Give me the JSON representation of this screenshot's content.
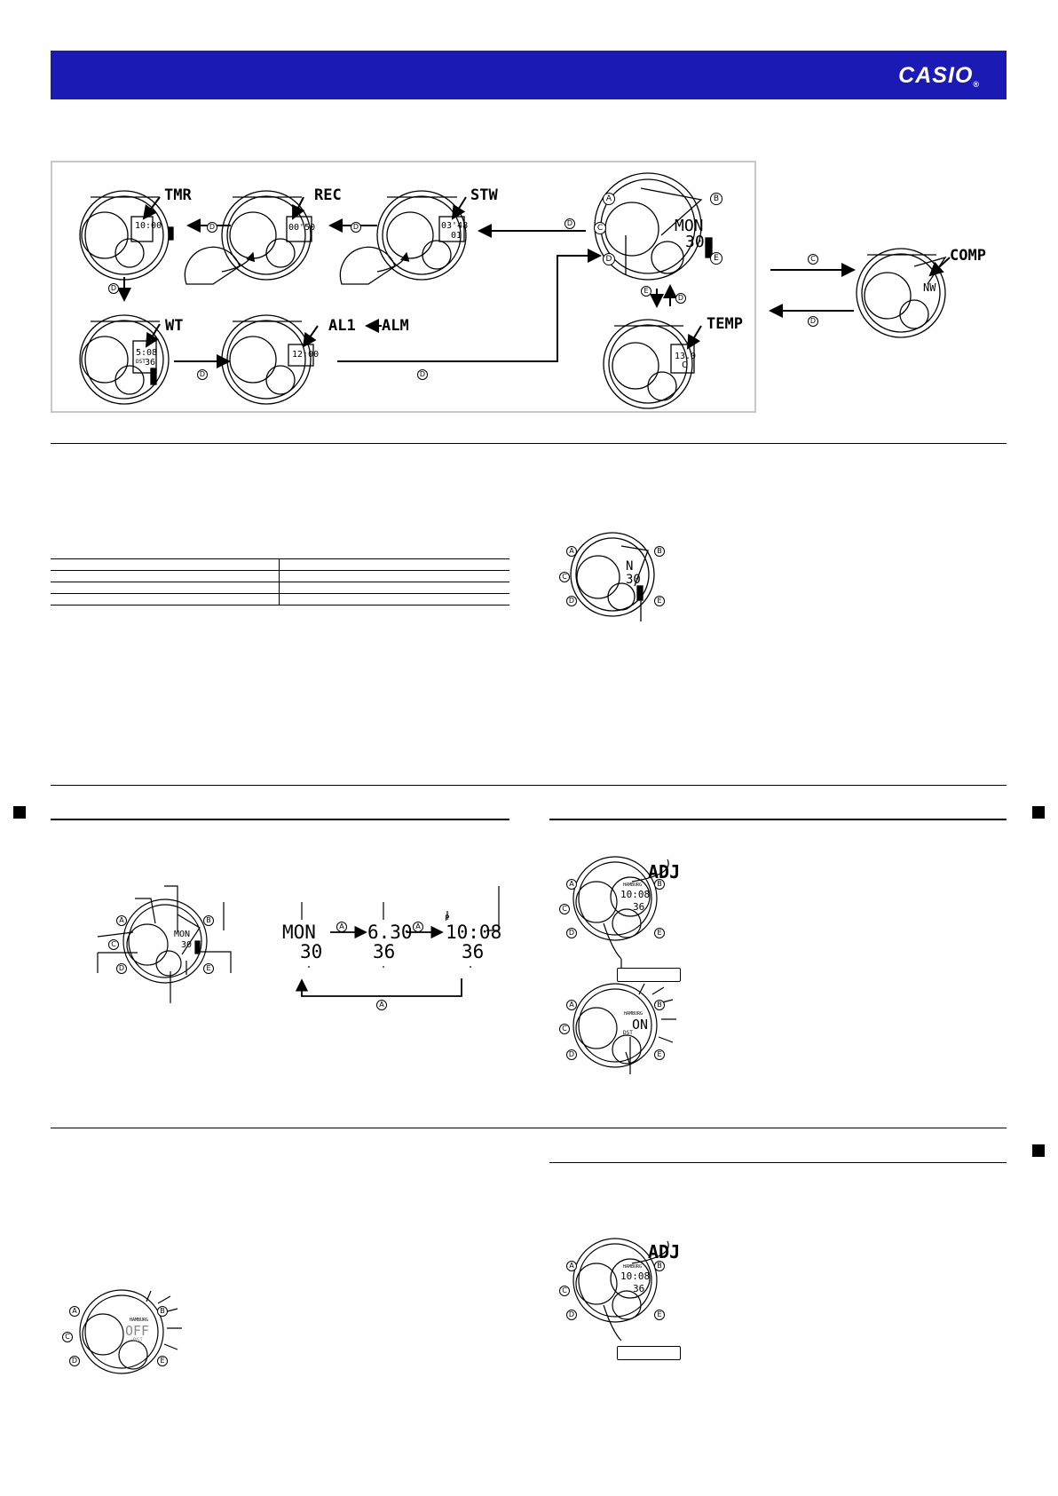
{
  "brand": {
    "logo_text": "CASIO",
    "logo_mark": "®",
    "bar_color": "#1c1ab5"
  },
  "mode_diagram": {
    "labels": {
      "tmr": "TMR",
      "rec": "REC",
      "stw": "STW",
      "wt": "WT",
      "al1": "AL1",
      "alm": "ALM",
      "temp": "TEMP",
      "comp": "COMP"
    },
    "displays": {
      "tmr": "10:00",
      "rec": "00'50",
      "stw_top": "03'48",
      "stw_bottom": "01",
      "wt_top": "5:08",
      "wt_bottom": "36",
      "wt_small": "DST",
      "alm": "12:00",
      "temp_top": "13.0",
      "temp_unit": "C",
      "tm_top": "MON",
      "tm_bottom": "30",
      "comp": "NW"
    },
    "buttons": {
      "a": "A",
      "b": "B",
      "c": "C",
      "d": "D",
      "e": "E"
    }
  },
  "section2": {
    "watch_top": "N",
    "watch_bottom": "30"
  },
  "section3": {
    "watch_top": "MON",
    "watch_bottom": "30",
    "seq": [
      {
        "top": "MON",
        "bottom": "30"
      },
      {
        "top": "6.30",
        "bottom": "36"
      },
      {
        "top": "10:08",
        "bottom": "36",
        "pm": "P"
      }
    ],
    "arrow_button": "A"
  },
  "section4": {
    "adj_label": "ADJ",
    "watch1_top": "10:08",
    "watch1_bottom": "36",
    "watch1_small": "HAMBURG",
    "watch2_text": "ON",
    "watch2_small": "DST",
    "watch2_tiny": "HAMBURG"
  },
  "section5": {
    "watch_text": "OFF",
    "watch_small": "DST",
    "watch_tiny": "HAMBURG"
  },
  "section6": {
    "adj_label": "ADJ",
    "watch_top": "10:08",
    "watch_bottom": "36",
    "watch_small": "HAMBURG"
  }
}
